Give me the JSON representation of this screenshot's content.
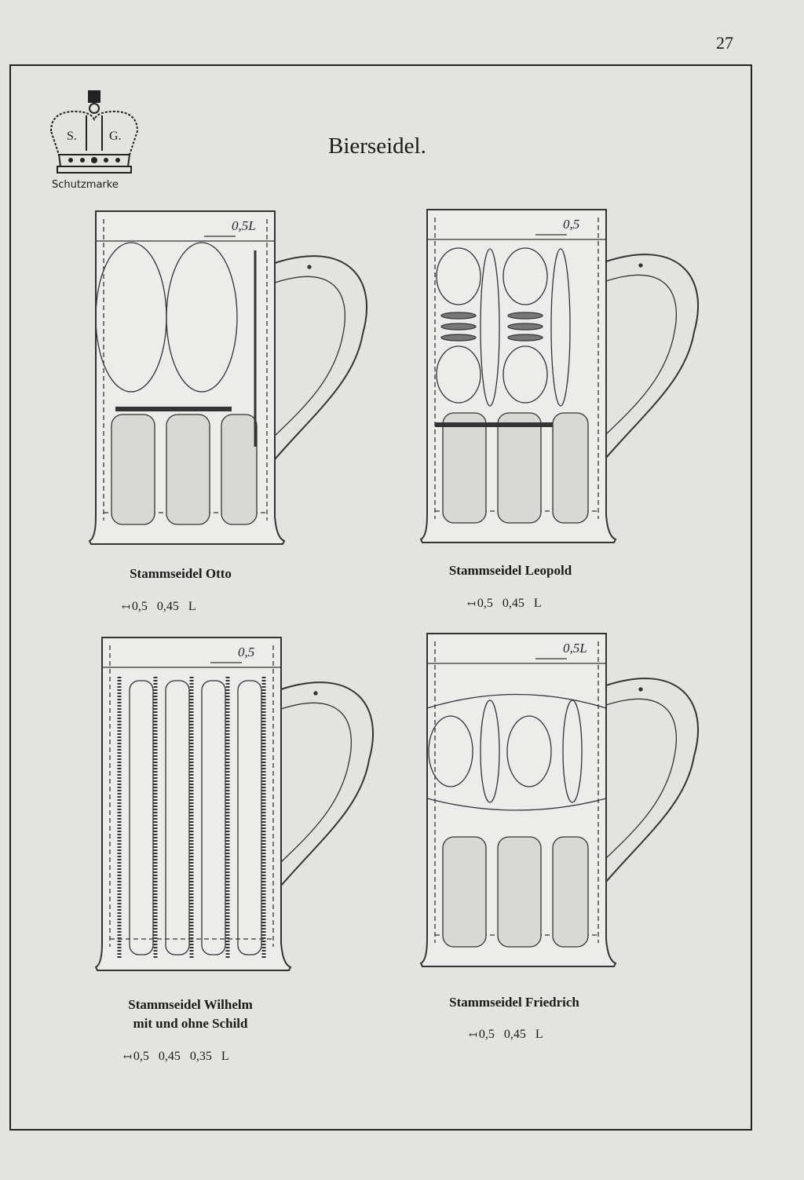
{
  "page_number": "27",
  "title": "Bierseidel.",
  "trademark": {
    "letters_left": "S.",
    "letters_right": "G.",
    "caption": "Schutzmarke"
  },
  "products": [
    {
      "name": "Stammseidel Otto",
      "subtitle": "",
      "mark": "0,5L",
      "sizes": "0,5  0,45 L"
    },
    {
      "name": "Stammseidel Leopold",
      "subtitle": "",
      "mark": "0,5",
      "sizes": "0,5  0,45 L"
    },
    {
      "name": "Stammseidel Wilhelm",
      "subtitle": "mit und ohne Schild",
      "mark": "0,5",
      "sizes": "0,5  0,45  0,35 L"
    },
    {
      "name": "Stammseidel Friedrich",
      "subtitle": "",
      "mark": "0,5L",
      "sizes": "0,5  0,45 L"
    }
  ]
}
